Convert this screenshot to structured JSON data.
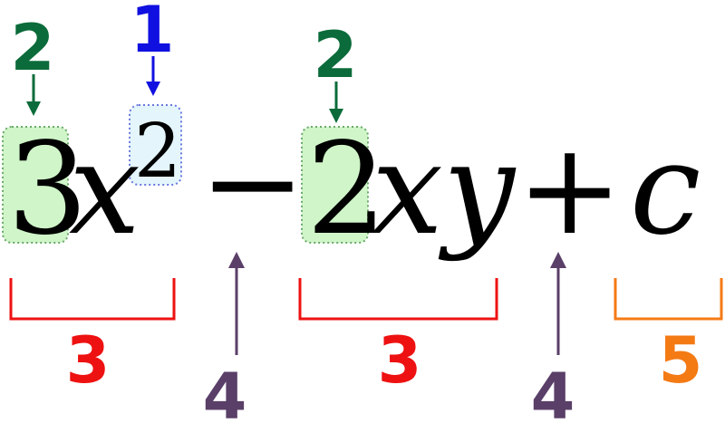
{
  "expression": {
    "coefficient_1": "3",
    "variable_1": "x",
    "exponent": "2",
    "operator_minus": "−",
    "coefficient_2": "2",
    "variable_2": "xy",
    "operator_plus": "+",
    "constant": "c"
  },
  "labels": {
    "coefficient_label_1": "2",
    "exponent_label": "1",
    "coefficient_label_2": "2",
    "term_label_1": "3",
    "term_label_2": "3",
    "operator_label_1": "4",
    "operator_label_2": "4",
    "constant_label": "5"
  },
  "colors": {
    "coefficient": "#0b6b3a",
    "exponent": "#1010e0",
    "term": "#ee1111",
    "operator": "#5a3f68",
    "constant": "#f47a14",
    "highlight_fill": "#cff5c8",
    "highlight_border": "#6aa96a",
    "exponent_fill": "#e4f6fb",
    "exponent_border": "#6a78e0"
  }
}
